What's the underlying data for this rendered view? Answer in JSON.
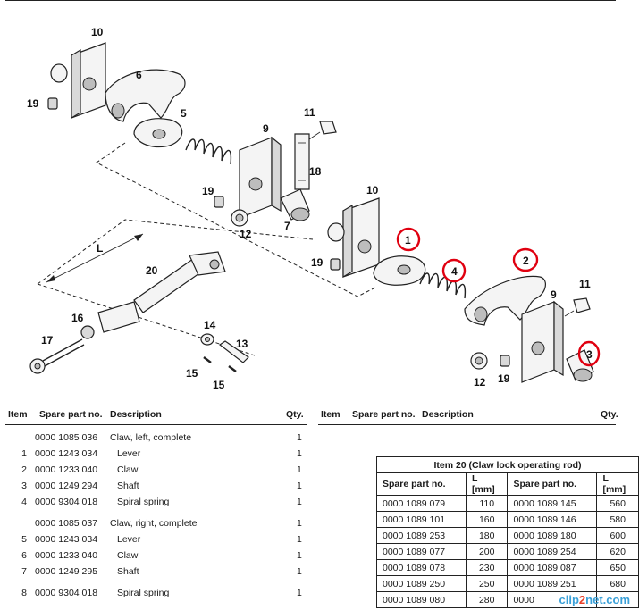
{
  "callouts": {
    "n10a": "10",
    "n6": "6",
    "n19a": "19",
    "n5": "5",
    "n9a": "9",
    "n11a": "11",
    "n18": "18",
    "n19b": "19",
    "n12a": "12",
    "n7": "7",
    "n10b": "10",
    "n19c": "19",
    "nL": "L",
    "n20": "20",
    "n16": "16",
    "n17": "17",
    "n14": "14",
    "n13": "13",
    "n15a": "15",
    "n15b": "15",
    "n1": "1",
    "n4": "4",
    "n2": "2",
    "n3": "3",
    "n9b": "9",
    "n11b": "11",
    "n12b": "12",
    "n19d": "19"
  },
  "header": {
    "item": "Item",
    "spare": "Spare part no.",
    "desc": "Description",
    "qty": "Qty.",
    "item2": "Item",
    "spare2": "Spare part no.",
    "desc2": "Description",
    "qty2": "Qty."
  },
  "rows": [
    {
      "item": "",
      "part": "0000  1085 036",
      "desc": "Claw, left, complete",
      "qty": "1",
      "indent": false
    },
    {
      "item": "1",
      "part": "0000  1243 034",
      "desc": "Lever",
      "qty": "1",
      "indent": true
    },
    {
      "item": "2",
      "part": "0000  1233 040",
      "desc": "Claw",
      "qty": "1",
      "indent": true
    },
    {
      "item": "3",
      "part": "0000  1249 294",
      "desc": "Shaft",
      "qty": "1",
      "indent": true
    },
    {
      "item": "4",
      "part": "0000  9304 018",
      "desc": "Spiral spring",
      "qty": "1",
      "indent": true
    },
    {
      "item": "",
      "part": "0000  1085 037",
      "desc": "Claw, right, complete",
      "qty": "1",
      "indent": false
    },
    {
      "item": "5",
      "part": "0000  1243 034",
      "desc": "Lever",
      "qty": "1",
      "indent": true
    },
    {
      "item": "6",
      "part": "0000  1233 040",
      "desc": "Claw",
      "qty": "1",
      "indent": true
    },
    {
      "item": "7",
      "part": "0000  1249 295",
      "desc": "Shaft",
      "qty": "1",
      "indent": true
    },
    {
      "item": "8",
      "part": "0000  9304 018",
      "desc": "Spiral spring",
      "qty": "1",
      "indent": true
    }
  ],
  "item20": {
    "title": "Item 20 (Claw lock operating rod)",
    "col_part": "Spare part no.",
    "col_l": "L [mm]",
    "rows": [
      [
        "0000 1089 079",
        "110",
        "0000 1089 145",
        "560"
      ],
      [
        "0000 1089 101",
        "160",
        "0000 1089 146",
        "580"
      ],
      [
        "0000 1089 253",
        "180",
        "0000 1089 180",
        "600"
      ],
      [
        "0000 1089 077",
        "200",
        "0000 1089 254",
        "620"
      ],
      [
        "0000 1089 078",
        "230",
        "0000 1089 087",
        "650"
      ],
      [
        "0000 1089 250",
        "250",
        "0000 1089 251",
        "680"
      ],
      [
        "0000 1089 080",
        "280",
        "0000",
        ""
      ]
    ]
  },
  "brand": {
    "a": "clip",
    "b": "2",
    "c": "net.com"
  },
  "colors": {
    "highlight": "#e00010",
    "brand": "#3aa0d8"
  }
}
